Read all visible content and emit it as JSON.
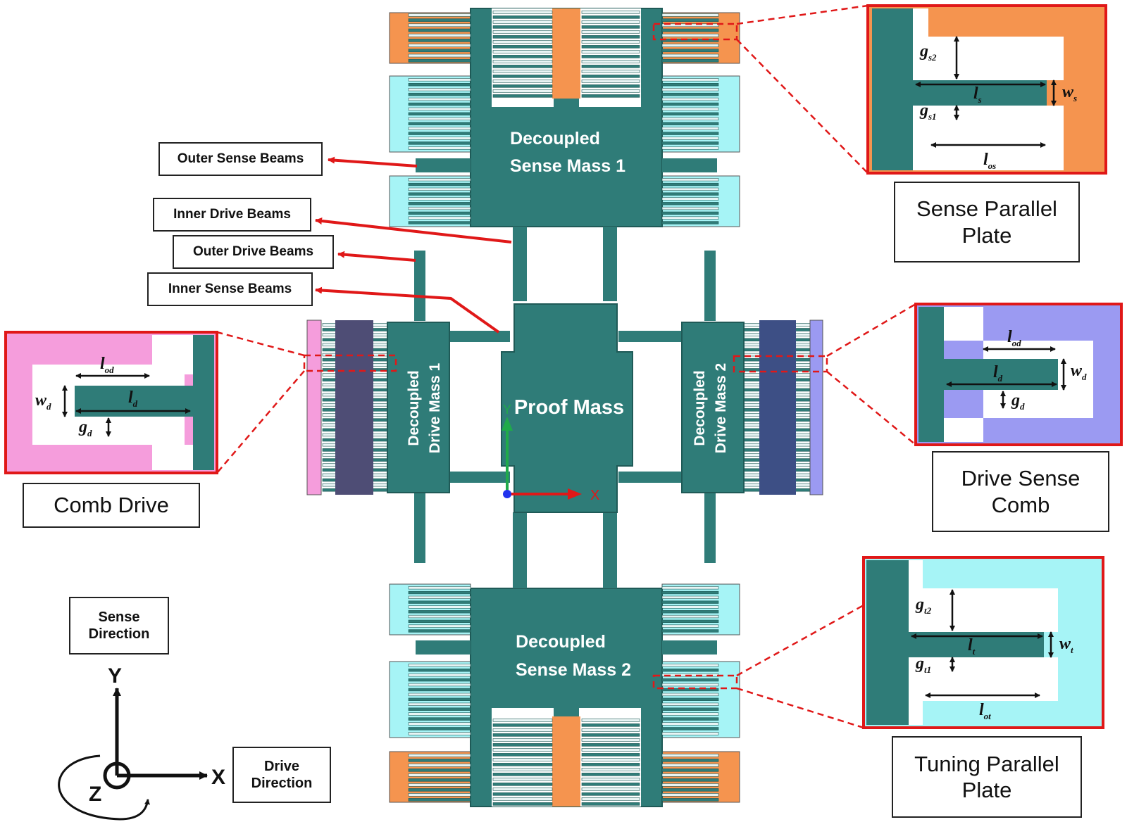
{
  "labels": {
    "outer_sense_beams": "Outer Sense Beams",
    "inner_drive_beams": "Inner Drive Beams",
    "outer_drive_beams": "Outer Drive Beams",
    "inner_sense_beams": "Inner Sense Beams",
    "sense_parallel_plate": "Sense Parallel Plate",
    "comb_drive": "Comb Drive",
    "drive_sense_comb": "Drive Sense Comb",
    "tuning_parallel_plate": "Tuning Parallel Plate",
    "sense_direction": "Sense Direction",
    "drive_direction": "Drive Direction"
  },
  "masses": {
    "sense1_line1": "Decoupled",
    "sense1_line2": "Sense Mass 1",
    "sense2_line1": "Decoupled",
    "sense2_line2": "Sense Mass 2",
    "drive1_line1": "Decoupled",
    "drive1_line2": "Drive Mass 1",
    "drive2_line1": "Decoupled",
    "drive2_line2": "Drive Mass 2",
    "proof": "Proof Mass"
  },
  "axes": {
    "x": "X",
    "y": "Y",
    "z": "Z",
    "local_x": "X",
    "local_y": "Y"
  },
  "dims": {
    "sense": {
      "gs2": "g",
      "gs2_sub": "s2",
      "ls": "l",
      "ls_sub": "s",
      "ws": "w",
      "ws_sub": "s",
      "gs1": "g",
      "gs1_sub": "s1",
      "los": "l",
      "los_sub": "os"
    },
    "comb": {
      "lod": "l",
      "lod_sub": "od",
      "wd": "w",
      "wd_sub": "d",
      "ld": "l",
      "ld_sub": "d",
      "gd": "g",
      "gd_sub": "d"
    },
    "dsc": {
      "lod": "l",
      "lod_sub": "od",
      "ld": "l",
      "ld_sub": "d",
      "wd": "w",
      "wd_sub": "d",
      "gd": "g",
      "gd_sub": "d"
    },
    "tune": {
      "gt2": "g",
      "gt2_sub": "t2",
      "lt": "l",
      "lt_sub": "t",
      "wt": "w",
      "wt_sub": "t",
      "gt1": "g",
      "gt1_sub": "t1",
      "lot": "l",
      "lot_sub": "ot"
    }
  },
  "colors": {
    "structure": "#2f7c78",
    "electrode_orange": "#f5944f",
    "electrode_cyan": "#a6f4f6",
    "electrode_pink": "#f59ddc",
    "electrode_violet": "#9b9af2",
    "annotation_red": "#e01818"
  }
}
